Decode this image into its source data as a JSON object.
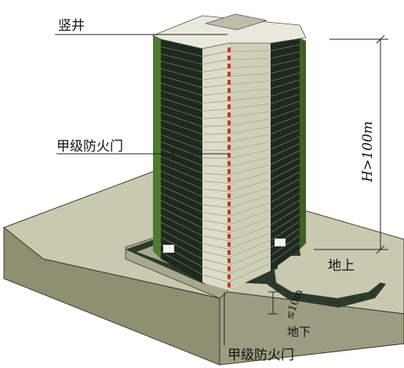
{
  "labels": {
    "shaft": "竖井",
    "door_upper": "甲级防火门",
    "door_lower": "甲级防火门",
    "height": "H>100m",
    "above_ground": "地上",
    "below_ground": "地下",
    "depth": "≤10m"
  },
  "colors": {
    "background": "#ffffff",
    "ground_top": "#c9c9b0",
    "ground_front": "#8a8a6e",
    "ground_side": "#b2b297",
    "path_dark": "#2b3a2b",
    "tower_face_light": "#dcdcc8",
    "tower_face_mid": "#c6c6ae",
    "tower_window": "#1e2a1e",
    "tower_green": "#5a8a3a",
    "shaft_doors": "#c0392b",
    "line": "#222222"
  },
  "floors": 30
}
